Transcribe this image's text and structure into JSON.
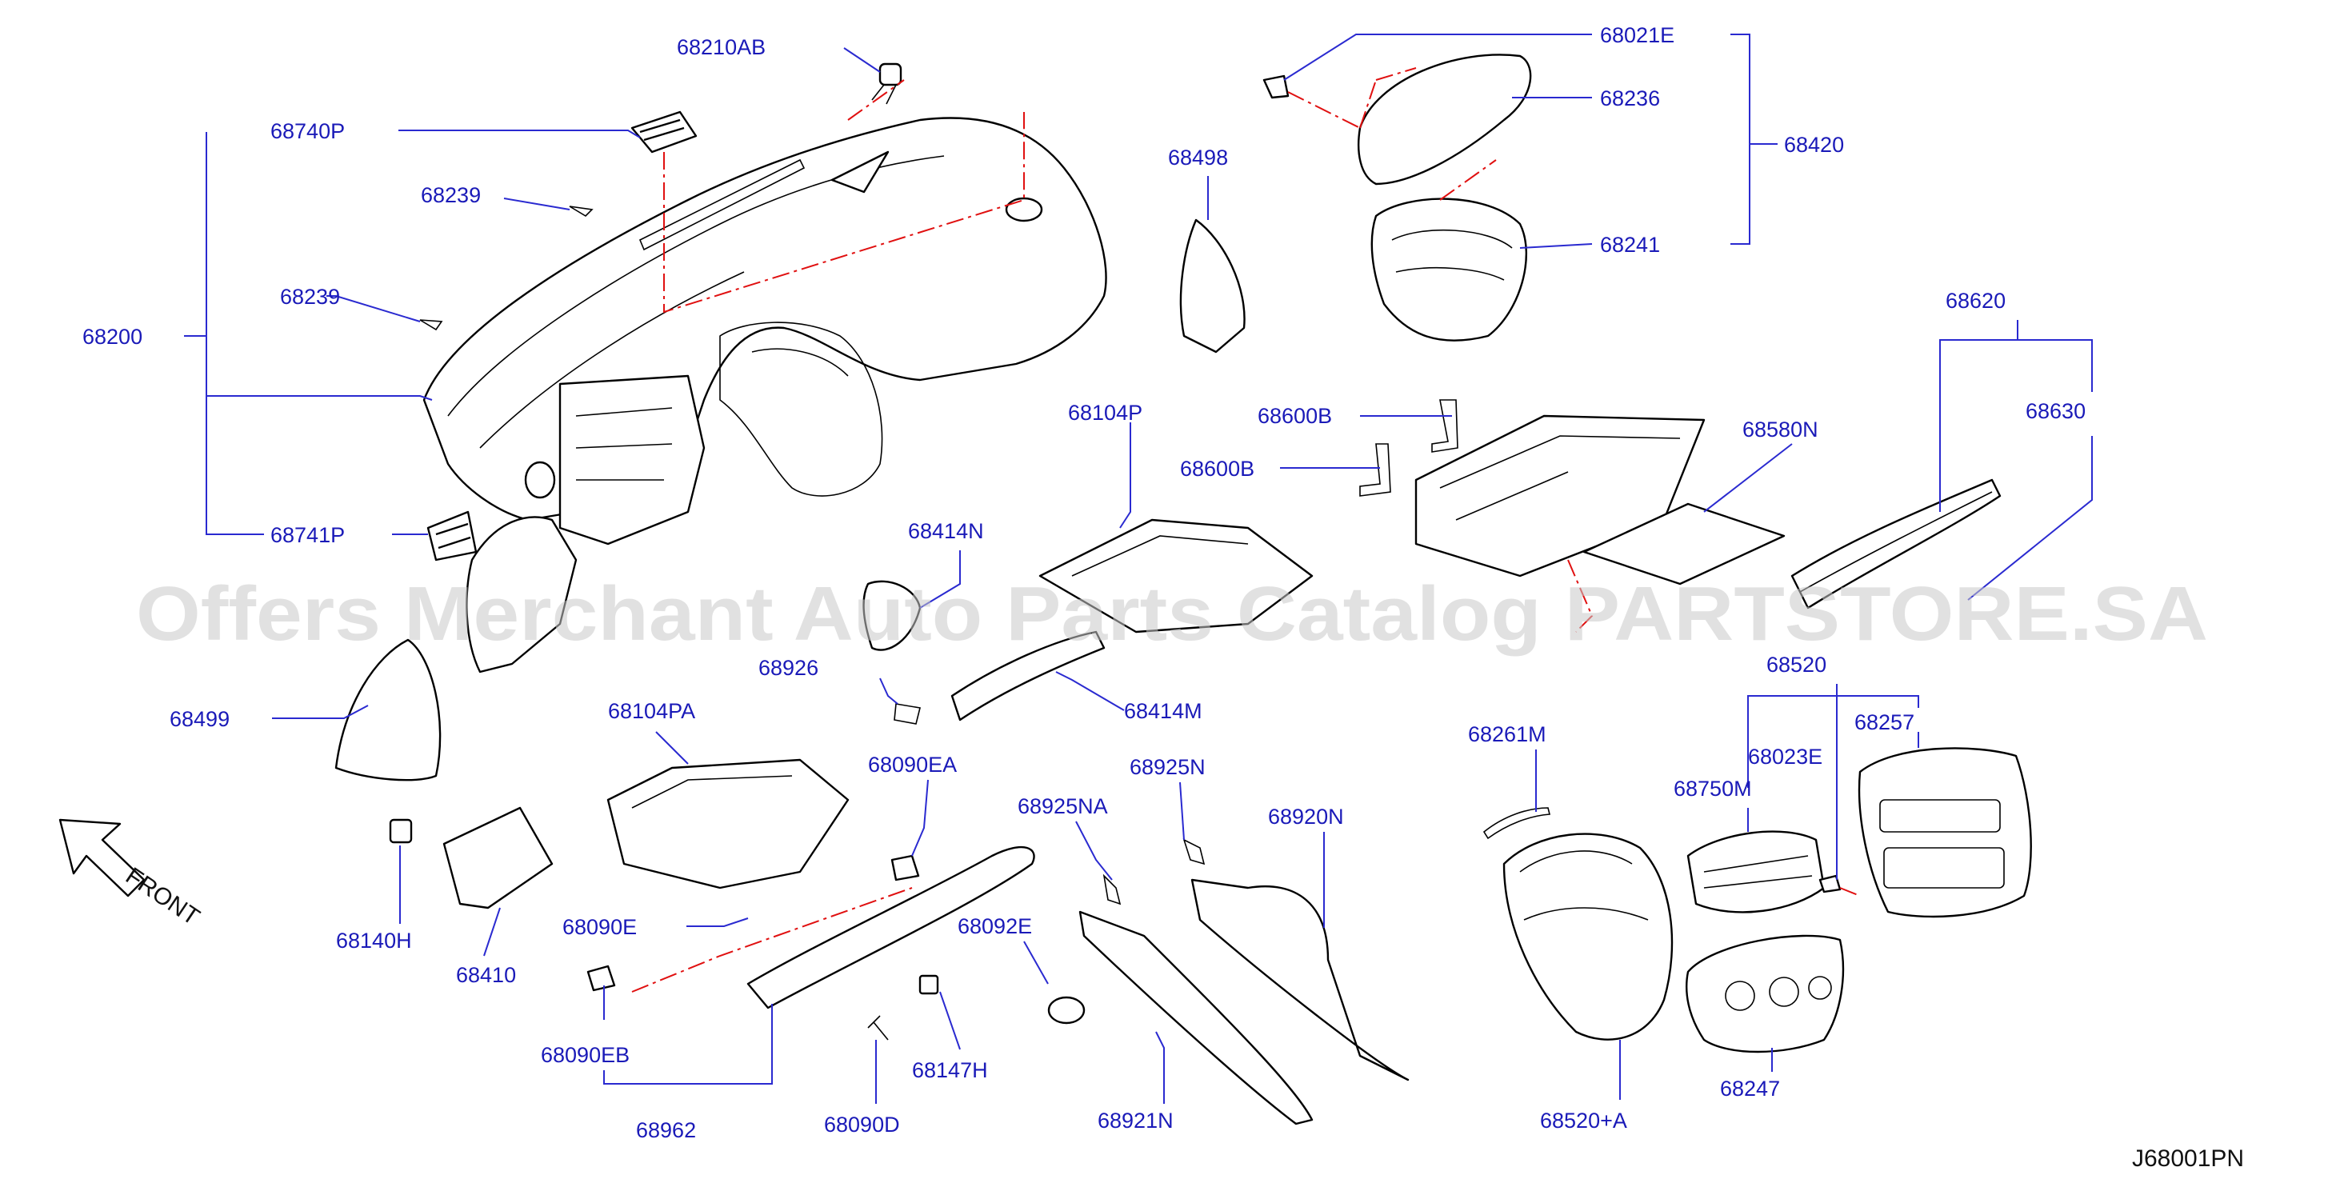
{
  "labels": {
    "p68210AB": "68210AB",
    "p68740P": "68740P",
    "p68239a": "68239",
    "p68239b": "68239",
    "p68200": "68200",
    "p68741P": "68741P",
    "p68499": "68499",
    "p68498": "68498",
    "p68021E": "68021E",
    "p68236": "68236",
    "p68420": "68420",
    "p68241": "68241",
    "p68600Ba": "68600B",
    "p68600Bb": "68600B",
    "p68104P": "68104P",
    "p68414N": "68414N",
    "p68926": "68926",
    "p68414M": "68414M",
    "p68580N": "68580N",
    "p68620": "68620",
    "p68630": "68630",
    "p68520": "68520",
    "p68257": "68257",
    "p68023E": "68023E",
    "p68750M": "68750M",
    "p68261M": "68261M",
    "p68104PA": "68104PA",
    "p68090EA": "68090EA",
    "p68925NA": "68925NA",
    "p68925N": "68925N",
    "p68920N": "68920N",
    "p68140H": "68140H",
    "p68410": "68410",
    "p68090E": "68090E",
    "p68092E": "68092E",
    "p68090EB": "68090EB",
    "p68147H": "68147H",
    "p68962": "68962",
    "p68090D": "68090D",
    "p68921N": "68921N",
    "p68520A": "68520+A",
    "p68247": "68247"
  },
  "front_label": "FRONT",
  "diagram_code": "J68001PN",
  "watermark": "Offers Merchant Auto Parts Catalog PARTSTORE.SA",
  "colors": {
    "label": "#1a1ab8",
    "leader": "#2a2ad0",
    "dash": "#e01010",
    "outline": "#000000"
  }
}
